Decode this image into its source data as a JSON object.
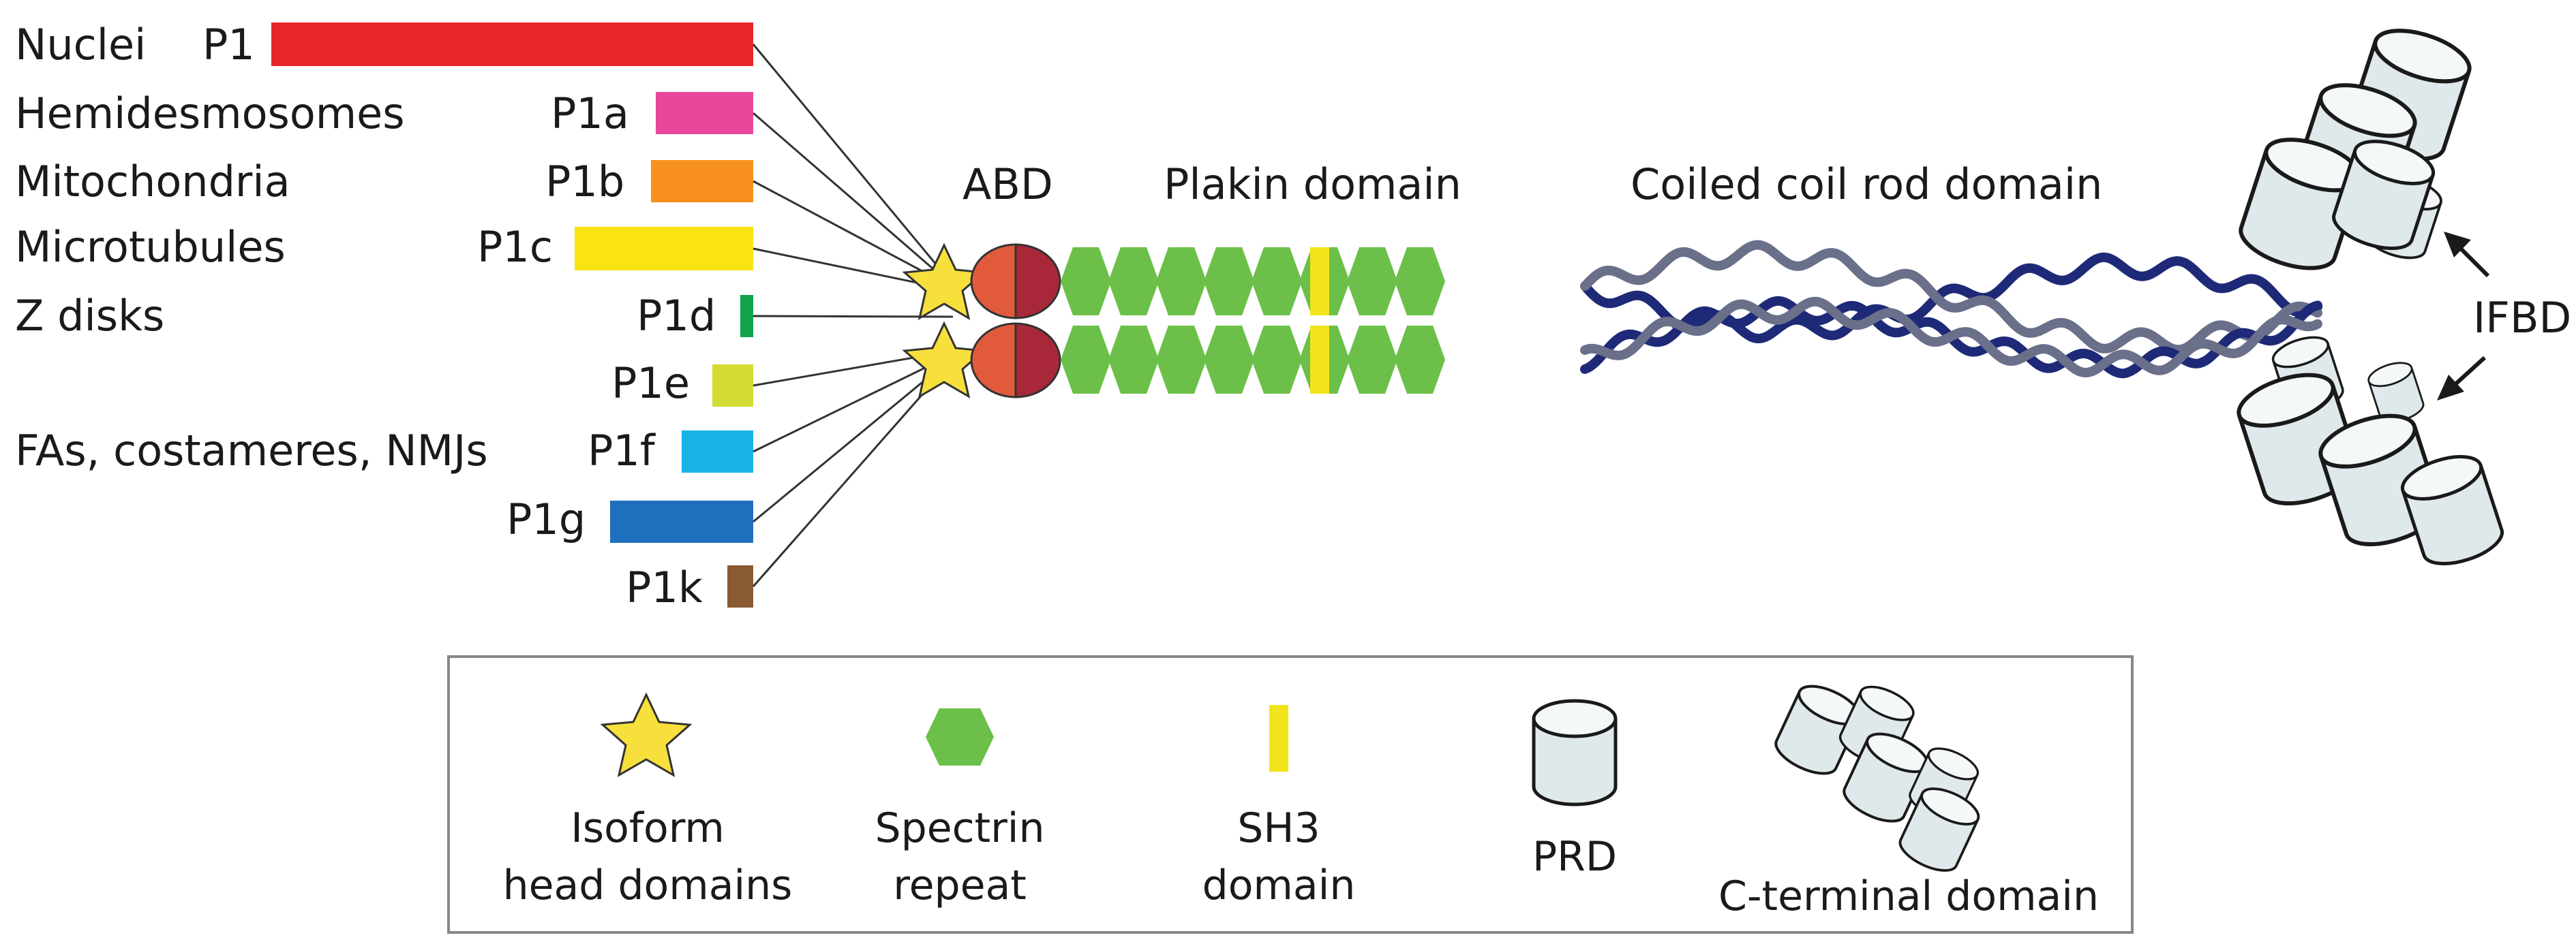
{
  "isoforms": [
    {
      "location": "Nuclei",
      "name": "P1",
      "color": "#e8262a"
    },
    {
      "location": "Hemidesmosomes",
      "name": "P1a",
      "color": "#e8489a"
    },
    {
      "location": "Mitochondria",
      "name": "P1b",
      "color": "#f7901e"
    },
    {
      "location": "Microtubules",
      "name": "P1c",
      "color": "#f9e313"
    },
    {
      "location": "Z disks",
      "name": "P1d",
      "color": "#12a34a"
    },
    {
      "location": "",
      "name": "P1e",
      "color": "#d3dc33"
    },
    {
      "location": "FAs, costameres, NMJs",
      "name": "P1f",
      "color": "#1ab3e8"
    },
    {
      "location": "",
      "name": "P1g",
      "color": "#1f6fbf"
    },
    {
      "location": "",
      "name": "P1k",
      "color": "#8a5a33"
    }
  ],
  "domains": {
    "abd": "ABD",
    "plakin": "Plakin domain",
    "rod": "Coiled coil rod domain",
    "ifbd": "IFBD"
  },
  "legend": {
    "head": {
      "line1": "Isoform",
      "line2": "head domains"
    },
    "spectrin": {
      "line1": "Spectrin",
      "line2": "repeat"
    },
    "sh3": {
      "line1": "SH3",
      "line2": "domain"
    },
    "prd": {
      "line1": "PRD"
    },
    "cterm": {
      "line1": "C-terminal domain"
    }
  },
  "colors": {
    "star": "#f7e03c",
    "abd_left": "#e25a3c",
    "abd_right": "#a8283a",
    "spectrin": "#6cc04a",
    "sh3": "#f2e41a",
    "helix": "#1e2a78",
    "prd_fill": "#dfe8ea"
  }
}
